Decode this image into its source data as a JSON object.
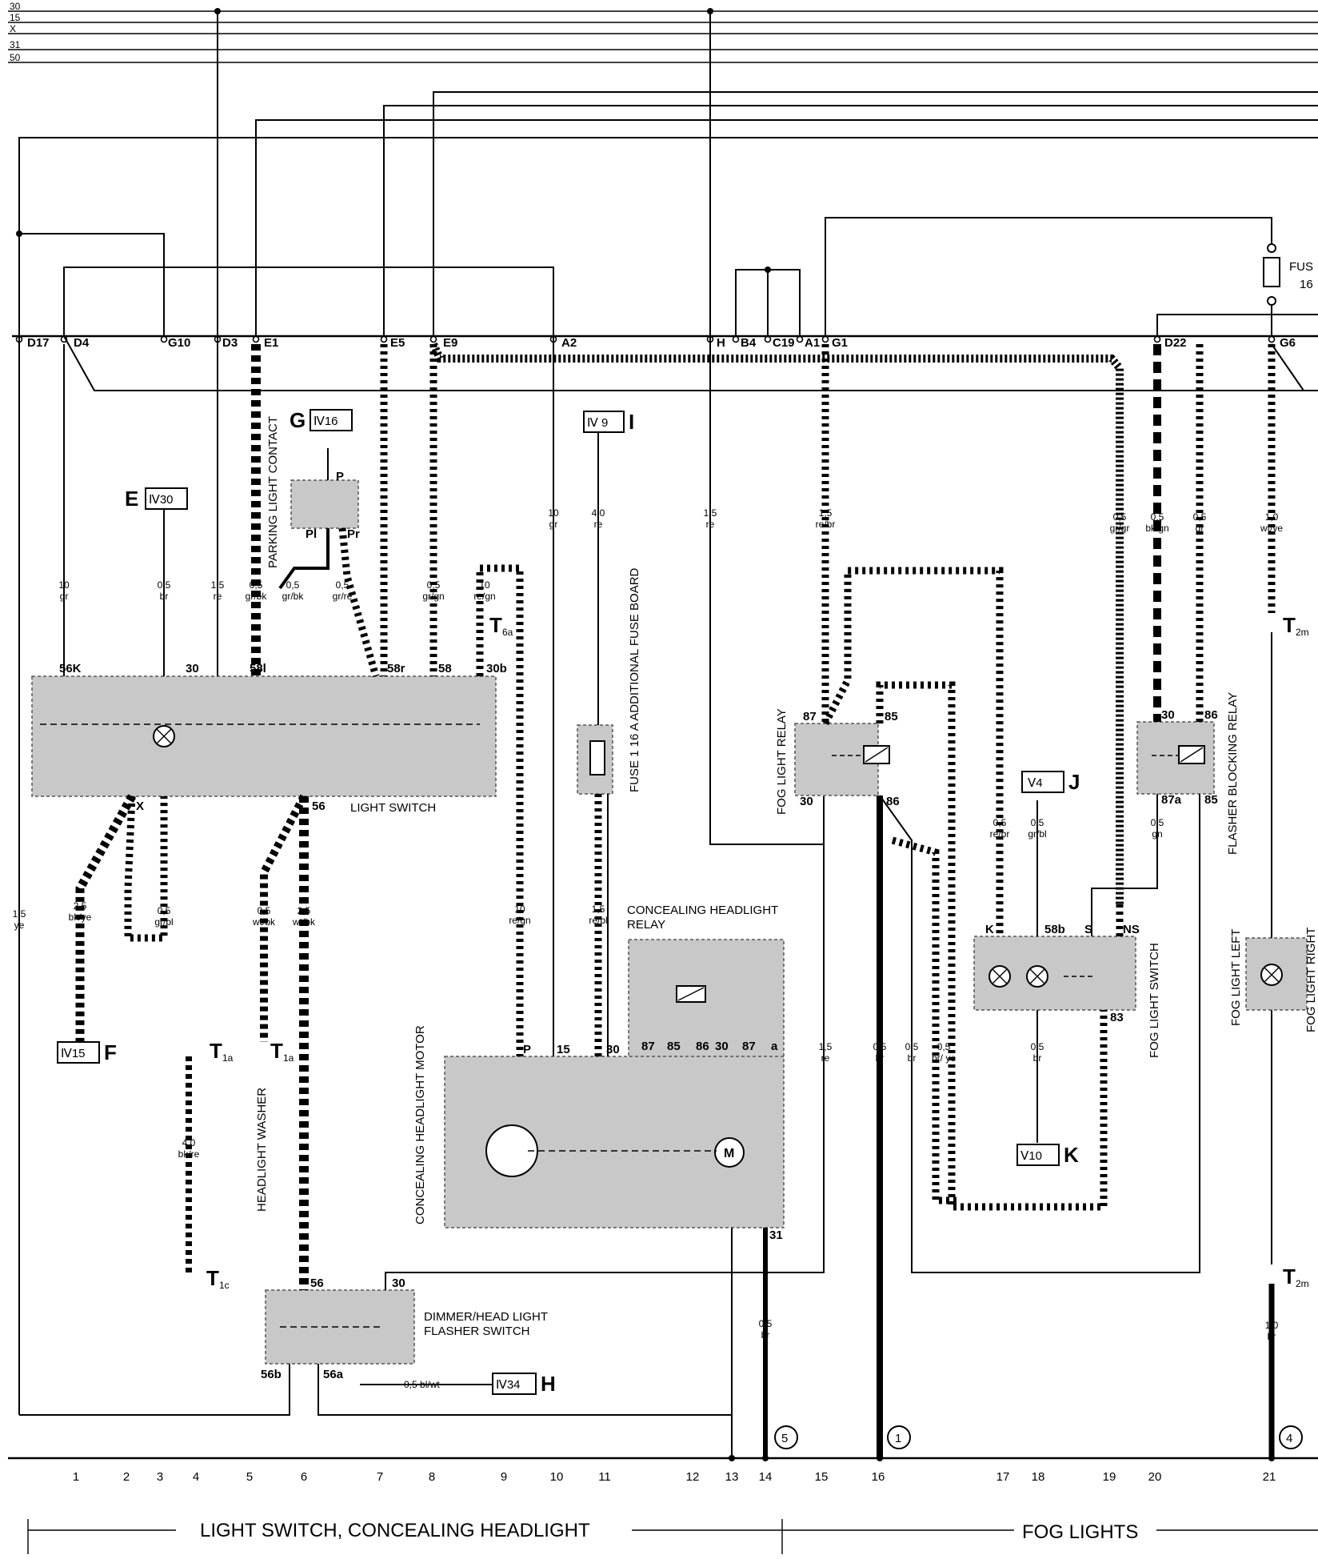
{
  "bus_lines": [
    "30",
    "15",
    "X",
    "31",
    "50"
  ],
  "connector_pins": [
    "D17",
    "D4",
    "G10",
    "D3",
    "E1",
    "E5",
    "E9",
    "A2",
    "H",
    "B4",
    "C19",
    "A1",
    "G1",
    "D22",
    "G6"
  ],
  "fuse_top": {
    "label1": "FUS",
    "label2": "16"
  },
  "refs": {
    "E": {
      "letter": "E",
      "box": "Ⅳ30"
    },
    "G": {
      "letter": "G",
      "box": "Ⅳ16"
    },
    "I": {
      "letter": "I",
      "box": "Ⅳ 9"
    },
    "F": {
      "letter": "F",
      "box": "Ⅳ15"
    },
    "H": {
      "letter": "H",
      "box": "Ⅳ34"
    },
    "J": {
      "letter": "J",
      "box": "Ⅴ4"
    },
    "K": {
      "letter": "K",
      "box": "Ⅴ10"
    }
  },
  "wire_labels": [
    {
      "size": "10",
      "color": "gr"
    },
    {
      "size": "0,5",
      "color": "br"
    },
    {
      "size": "1,5",
      "color": "re"
    },
    {
      "size": "0,5",
      "color": "gr/bk"
    },
    {
      "size": "0,5",
      "color": "gr/bk"
    },
    {
      "size": "0,5",
      "color": "gr/re"
    },
    {
      "size": "0,5",
      "color": "gr/re"
    },
    {
      "size": "0,5",
      "color": "gr/gn"
    },
    {
      "size": "10",
      "color": "re/gn"
    },
    {
      "size": "10",
      "color": "gr"
    },
    {
      "size": "4,0",
      "color": "re"
    },
    {
      "size": "1,5",
      "color": "re"
    },
    {
      "size": "1,5",
      "color": "re/br"
    },
    {
      "size": "0,5",
      "color": "gr/gr"
    },
    {
      "size": "0,5",
      "color": "bk/gn"
    },
    {
      "size": "0,5",
      "color": "gr"
    },
    {
      "size": "1,0",
      "color": "wt/ye"
    },
    {
      "size": "1,5",
      "color": "ye"
    },
    {
      "size": "2,5",
      "color": "bk/ye"
    },
    {
      "size": "0,5",
      "color": "gr/bl"
    },
    {
      "size": "0,5",
      "color": "wt/bk"
    },
    {
      "size": "2,5",
      "color": "wt/bk"
    },
    {
      "size": "4,0",
      "color": "bk/re"
    },
    {
      "size": "10",
      "color": "re/gn"
    },
    {
      "size": "1,5",
      "color": "re/bl"
    },
    {
      "size": "0,5",
      "color": "re/br"
    },
    {
      "size": "0,5",
      "color": "gr/bl"
    },
    {
      "size": "0,5",
      "color": "gn"
    },
    {
      "size": "1,5",
      "color": "re"
    },
    {
      "size": "0,5",
      "color": "br"
    },
    {
      "size": "0,5",
      "color": "br"
    },
    {
      "size": "0,5",
      "color": "br/ ye"
    },
    {
      "size": "0,5",
      "color": "br"
    },
    {
      "size": "0,5",
      "color": "br"
    },
    {
      "size": "1,0",
      "color": "br"
    },
    {
      "size": "0,5",
      "color": "gr"
    }
  ],
  "component_labels": {
    "light_switch": "LIGHT SWITCH",
    "parking_light_contact": "PARKING LIGHT CONTACT",
    "headlight_washer": "HEADLIGHT WASHER",
    "fuse_board": "FUSE 1 16 A ADDITIONAL FUSE BOARD",
    "concealing_relay_1": "CONCEALING HEADLIGHT",
    "concealing_relay_2": "RELAY",
    "concealing_motor": "CONCEALING HEADLIGHT MOTOR",
    "dimmer_1": "DIMMER/HEAD LIGHT",
    "dimmer_2": "FLASHER SWITCH",
    "fog_relay": "FOG LIGHT RELAY",
    "flasher_blocking_relay": "FLASHER BLOCKING RELAY",
    "fog_switch": "FOG LIGHT SWITCH",
    "fog_left": "FOG LIGHT LEFT",
    "fog_right": "FOG LIGHT RIGHT",
    "wire_bl_wt": "0,5 bl/wt"
  },
  "terminal_labels": {
    "ls": [
      "56K",
      "30",
      "58l",
      "58r",
      "58",
      "30b",
      "X",
      "56"
    ],
    "park": [
      "P",
      "Pl",
      "Pr"
    ],
    "motor": [
      "P",
      "15",
      "30",
      "87",
      "85",
      "86",
      "30",
      "87",
      "a",
      "31"
    ],
    "dimmer": [
      "56",
      "30",
      "56b",
      "56a"
    ],
    "fogrelay": [
      "87",
      "85",
      "30",
      "86"
    ],
    "fbr": [
      "30",
      "86",
      "87a",
      "85"
    ],
    "fogswitch": [
      "K",
      "58b",
      "S",
      "NS",
      "83"
    ],
    "connectors": [
      "T",
      "T",
      "T",
      "T",
      "T",
      "T"
    ],
    "conn_subs": [
      "6a",
      "1a",
      "1a",
      "1c",
      "2m",
      "2m"
    ]
  },
  "ground_circles": [
    "5",
    "1",
    "4"
  ],
  "bottom_numbers": [
    "1",
    "2",
    "3",
    "4",
    "5",
    "6",
    "7",
    "8",
    "9",
    "10",
    "11",
    "12",
    "13",
    "14",
    "15",
    "16",
    "17",
    "18",
    "19",
    "20",
    "21"
  ],
  "sections": {
    "left": "LIGHT SWITCH, CONCEALING HEADLIGHT",
    "right": "FOG LIGHTS"
  }
}
